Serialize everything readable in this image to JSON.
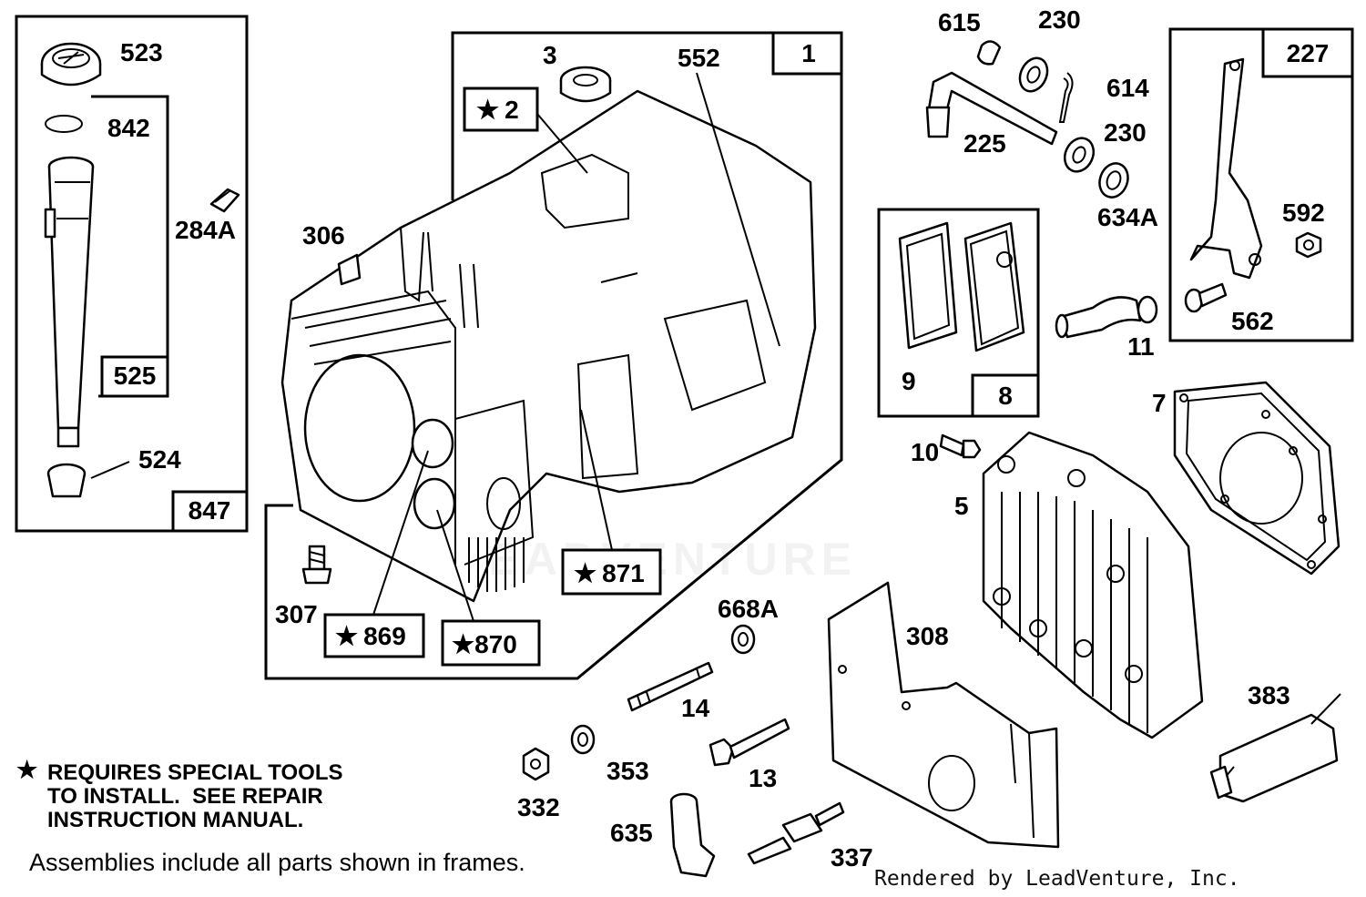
{
  "watermark": "LEADVENTURE",
  "frames": [
    {
      "id": "847"
    },
    {
      "id": "525"
    },
    {
      "id": "1"
    },
    {
      "id": "8"
    },
    {
      "id": "227"
    }
  ],
  "parts": [
    "523",
    "842",
    "284A",
    "525",
    "524",
    "847",
    "3",
    "552",
    "1",
    "2",
    "306",
    "307",
    "869",
    "870",
    "871",
    "615",
    "230",
    "614",
    "225",
    "634A",
    "227",
    "592",
    "562",
    "9",
    "8",
    "11",
    "7",
    "10",
    "5",
    "668A",
    "308",
    "14",
    "13",
    "353",
    "332",
    "635",
    "337",
    "383"
  ],
  "special_tools_marker": "★",
  "notes": {
    "special_tools": "REQUIRES SPECIAL TOOLS\nTO INSTALL.  SEE REPAIR\nINSTRUCTION MANUAL.",
    "assemblies": "Assemblies include all parts shown in frames.",
    "credit": "Rendered by LeadVenture, Inc."
  }
}
